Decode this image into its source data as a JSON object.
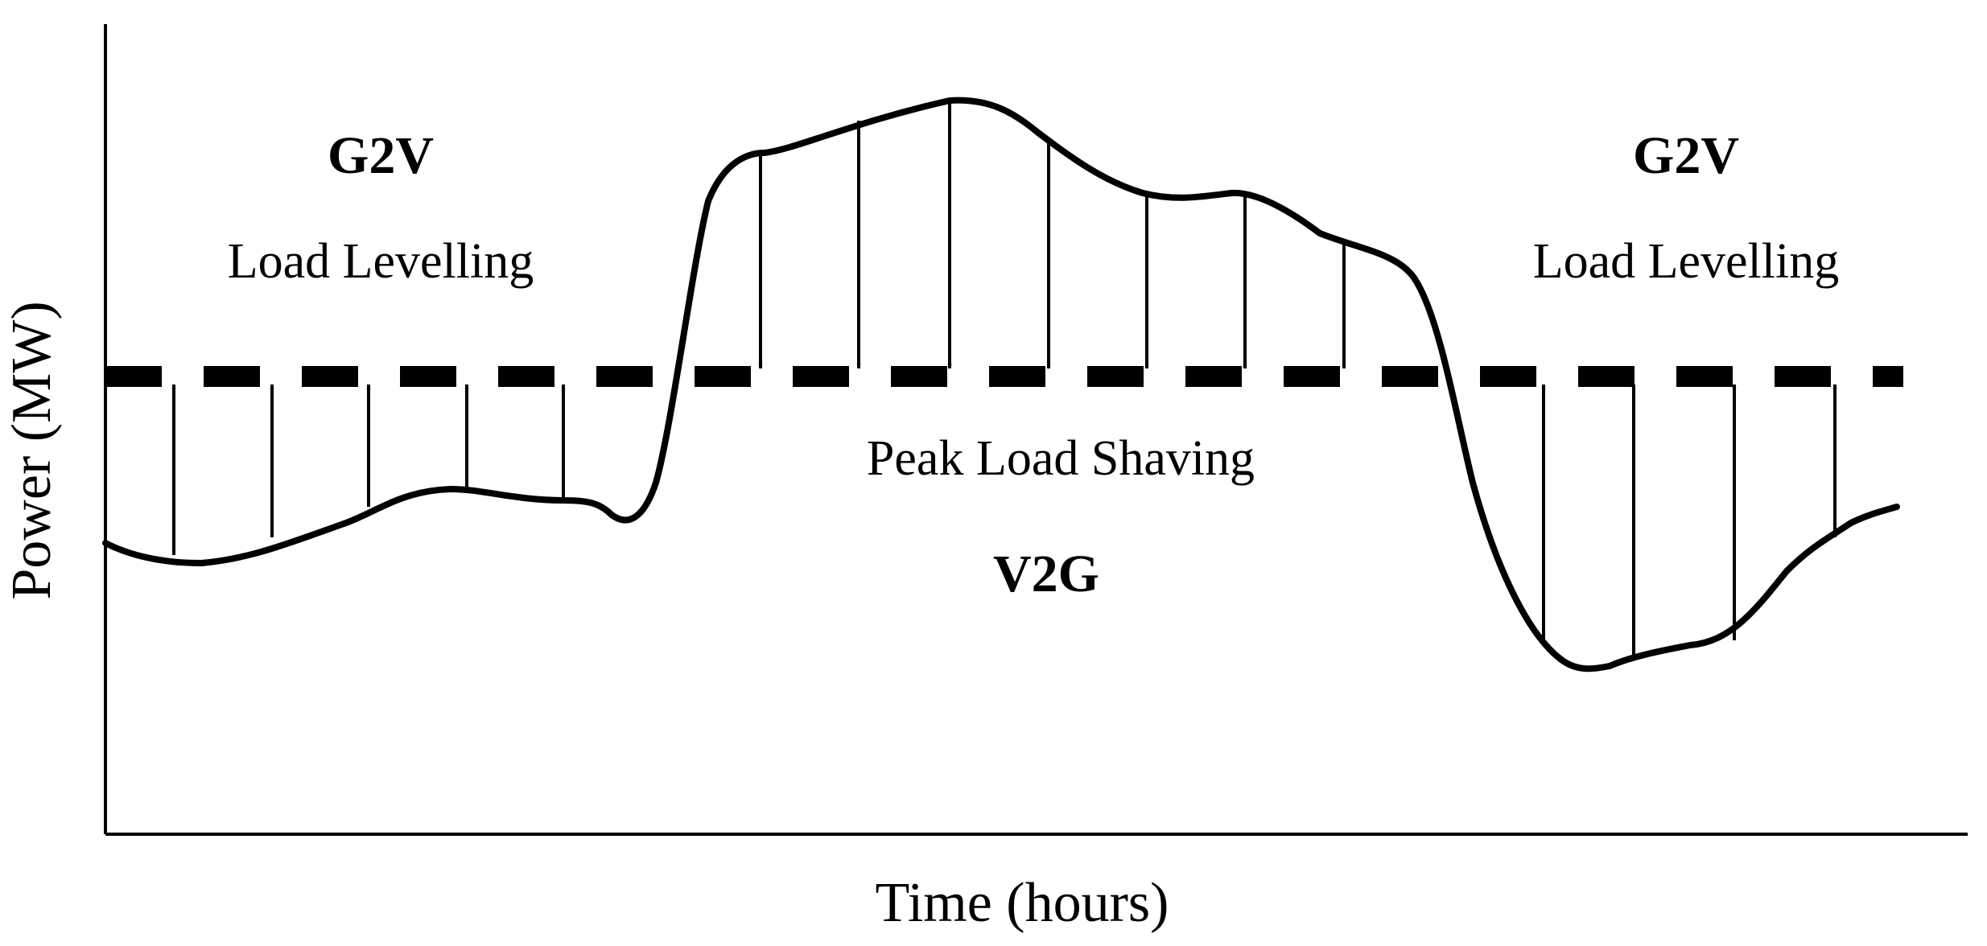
{
  "labels": {
    "left_mode": "G2V",
    "left_desc": "Load Levelling",
    "right_mode": "G2V",
    "right_desc": "Load Levelling",
    "center_desc": "Peak Load Shaving",
    "center_mode": "V2G",
    "x_axis": "Time (hours)",
    "y_axis": "Power (MW)"
  },
  "colors": {
    "ink": "#000000",
    "background": "#ffffff"
  }
}
